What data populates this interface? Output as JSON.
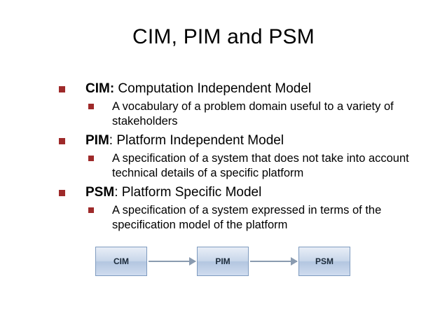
{
  "slide": {
    "title": "CIM, PIM and PSM",
    "bullets": [
      {
        "term": "CIM:",
        "rest": " Computation Independent Model",
        "sub": "A vocabulary of a problem domain useful to a variety of stakeholders"
      },
      {
        "term": "PIM",
        "rest": ": Platform Independent Model",
        "sub": "A specification of a system that does not take into account technical details of a specific platform"
      },
      {
        "term": "PSM",
        "rest": ": Platform Specific Model",
        "sub": "A specification of a system expressed in terms of the specification model of the platform"
      }
    ],
    "diagram": {
      "nodes": [
        {
          "label": "CIM"
        },
        {
          "label": "PIM"
        },
        {
          "label": "PSM"
        }
      ]
    }
  },
  "colors": {
    "bullet": "#9e2a2a",
    "node_border": "#7f9bbf",
    "arrow": "#8a9bb0"
  }
}
